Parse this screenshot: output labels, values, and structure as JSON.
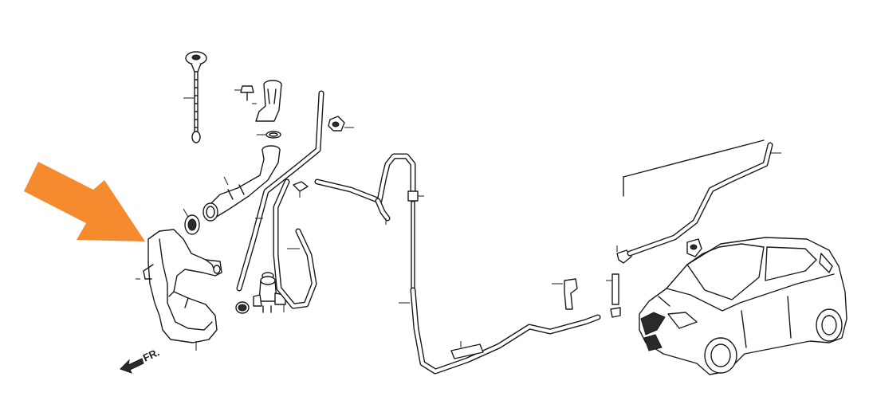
{
  "diagram": {
    "direction_label": "FR.",
    "colors": {
      "arrow": "#f58a2f",
      "line": "#1a1a1a",
      "background": "#ffffff"
    },
    "parts": [
      "dipstick-cap",
      "filler-neck-upper",
      "filler-neck-bolt",
      "o-ring",
      "filler-neck-lower",
      "filler-grommet",
      "washer-reservoir-tank",
      "washer-pump",
      "pump-grommet",
      "hose-clamp",
      "washer-hose-front",
      "washer-hose-main",
      "hose-joint",
      "check-valve",
      "hose-clip",
      "rear-washer-hose",
      "rear-washer-nozzle",
      "car-outline"
    ]
  }
}
